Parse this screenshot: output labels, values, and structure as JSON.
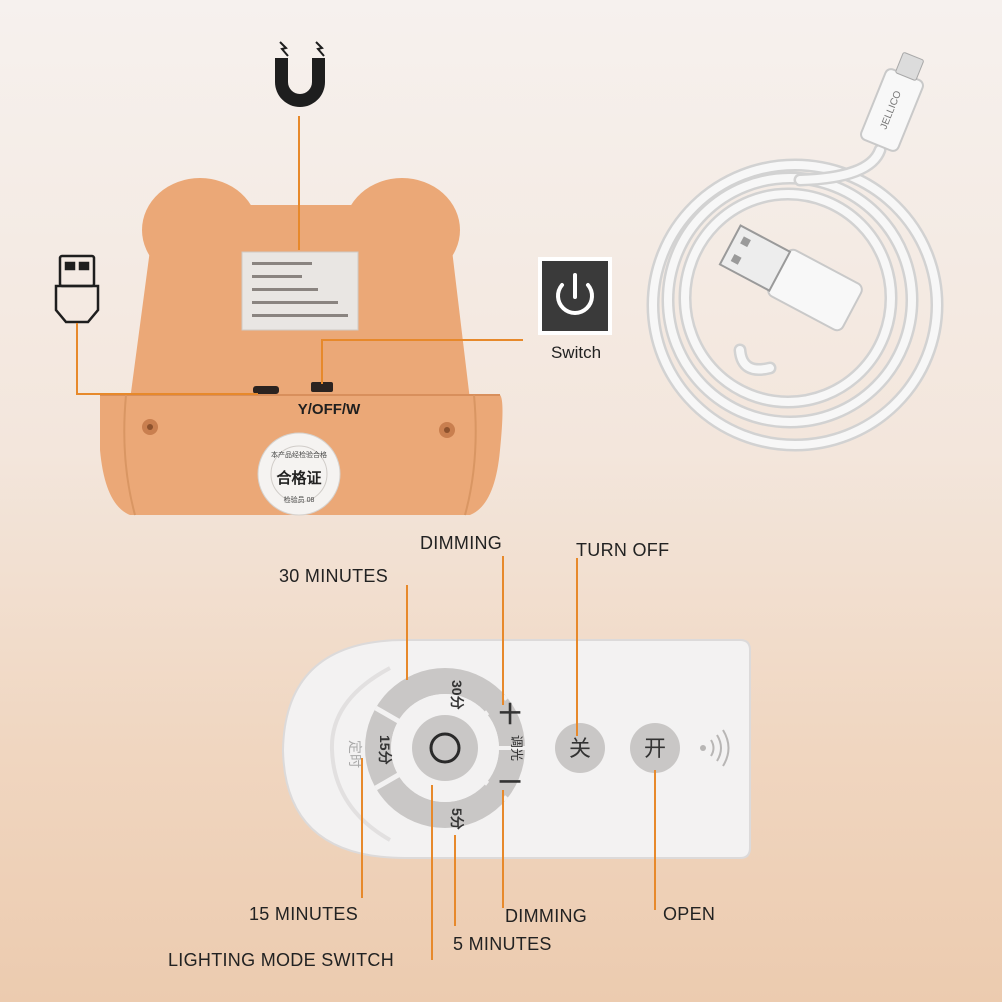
{
  "product_back": {
    "switch_mark": "Y/OFF/W",
    "sticker_text": "合格证",
    "sticker_subtext": "检验员 08",
    "sticker_ring_text": "本产品经检验合格"
  },
  "callouts": {
    "switch_label": "Switch"
  },
  "cable": {
    "brand": "JELLICO"
  },
  "remote": {
    "timer_side_label": "定时",
    "btn_30": "30分",
    "btn_15": "15分",
    "btn_5": "5分",
    "btn_plus": "十",
    "btn_minus": "一",
    "dimming_side": "调光",
    "btn_off": "关",
    "btn_on": "开"
  },
  "labels": {
    "dimming_top": "DIMMING",
    "turn_off": "TURN OFF",
    "thirty_minutes": "30 MINUTES",
    "fifteen_minutes": "15 MINUTES",
    "dimming_bottom": "DIMMING",
    "open": "OPEN",
    "five_minutes": "5 MINUTES",
    "lighting_mode_switch": "LIGHTING MODE SWITCH"
  },
  "colors": {
    "leader_line": "#e7892b",
    "bear_body": "#eba877",
    "remote_body": "#f3f2f2",
    "button_gray": "#c9c7c6"
  }
}
